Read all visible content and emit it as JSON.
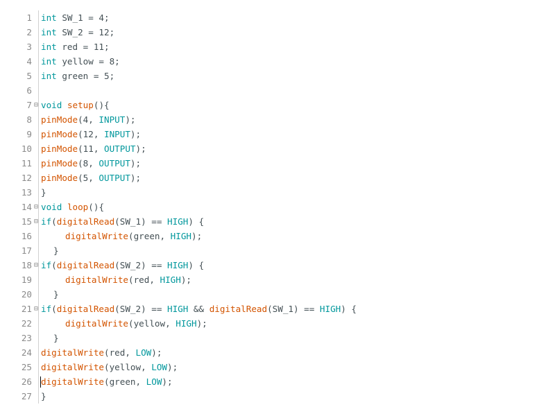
{
  "editor": {
    "lines": [
      {
        "num": "1",
        "fold": "",
        "indent": 0,
        "tokens": [
          [
            "kw",
            "int"
          ],
          [
            "plain",
            " SW_1 = 4;"
          ]
        ]
      },
      {
        "num": "2",
        "fold": "",
        "indent": 0,
        "tokens": [
          [
            "kw",
            "int"
          ],
          [
            "plain",
            " SW_2 = 12;"
          ]
        ]
      },
      {
        "num": "3",
        "fold": "",
        "indent": 0,
        "tokens": [
          [
            "kw",
            "int"
          ],
          [
            "plain",
            " red = 11;"
          ]
        ]
      },
      {
        "num": "4",
        "fold": "",
        "indent": 0,
        "tokens": [
          [
            "kw",
            "int"
          ],
          [
            "plain",
            " yellow = 8;"
          ]
        ]
      },
      {
        "num": "5",
        "fold": "",
        "indent": 0,
        "tokens": [
          [
            "kw",
            "int"
          ],
          [
            "plain",
            " green = 5;"
          ]
        ]
      },
      {
        "num": "6",
        "fold": "",
        "indent": 0,
        "tokens": []
      },
      {
        "num": "7",
        "fold": "⊟",
        "indent": 0,
        "tokens": [
          [
            "kw",
            "void"
          ],
          [
            "plain",
            " "
          ],
          [
            "fn",
            "setup"
          ],
          [
            "plain",
            "(){"
          ]
        ]
      },
      {
        "num": "8",
        "fold": "",
        "indent": 0,
        "tokens": [
          [
            "fn",
            "pinMode"
          ],
          [
            "plain",
            "(4, "
          ],
          [
            "ct",
            "INPUT"
          ],
          [
            "plain",
            ");"
          ]
        ]
      },
      {
        "num": "9",
        "fold": "",
        "indent": 0,
        "tokens": [
          [
            "fn",
            "pinMode"
          ],
          [
            "plain",
            "(12, "
          ],
          [
            "ct",
            "INPUT"
          ],
          [
            "plain",
            ");"
          ]
        ]
      },
      {
        "num": "10",
        "fold": "",
        "indent": 0,
        "tokens": [
          [
            "fn",
            "pinMode"
          ],
          [
            "plain",
            "(11, "
          ],
          [
            "ct",
            "OUTPUT"
          ],
          [
            "plain",
            ");"
          ]
        ]
      },
      {
        "num": "11",
        "fold": "",
        "indent": 0,
        "tokens": [
          [
            "fn",
            "pinMode"
          ],
          [
            "plain",
            "(8, "
          ],
          [
            "ct",
            "OUTPUT"
          ],
          [
            "plain",
            ");"
          ]
        ]
      },
      {
        "num": "12",
        "fold": "",
        "indent": 0,
        "tokens": [
          [
            "fn",
            "pinMode"
          ],
          [
            "plain",
            "(5, "
          ],
          [
            "ct",
            "OUTPUT"
          ],
          [
            "plain",
            ");"
          ]
        ]
      },
      {
        "num": "13",
        "fold": "",
        "indent": 0,
        "tokens": [
          [
            "plain",
            "}"
          ]
        ]
      },
      {
        "num": "14",
        "fold": "⊟",
        "indent": 0,
        "tokens": [
          [
            "kw",
            "void"
          ],
          [
            "plain",
            " "
          ],
          [
            "fn",
            "loop"
          ],
          [
            "plain",
            "(){"
          ]
        ]
      },
      {
        "num": "15",
        "fold": "⊟",
        "indent": 0,
        "tokens": [
          [
            "kw",
            "if"
          ],
          [
            "plain",
            "("
          ],
          [
            "fn",
            "digitalRead"
          ],
          [
            "plain",
            "(SW_1) == "
          ],
          [
            "ct",
            "HIGH"
          ],
          [
            "plain",
            ") {"
          ]
        ]
      },
      {
        "num": "16",
        "fold": "",
        "indent": 2,
        "tokens": [
          [
            "fn",
            "digitalWrite"
          ],
          [
            "plain",
            "(green, "
          ],
          [
            "ct",
            "HIGH"
          ],
          [
            "plain",
            ");"
          ]
        ]
      },
      {
        "num": "17",
        "fold": "",
        "indent": 1,
        "tokens": [
          [
            "plain",
            "}"
          ]
        ]
      },
      {
        "num": "18",
        "fold": "⊟",
        "indent": 0,
        "tokens": [
          [
            "kw",
            "if"
          ],
          [
            "plain",
            "("
          ],
          [
            "fn",
            "digitalRead"
          ],
          [
            "plain",
            "(SW_2) == "
          ],
          [
            "ct",
            "HIGH"
          ],
          [
            "plain",
            ") {"
          ]
        ]
      },
      {
        "num": "19",
        "fold": "",
        "indent": 2,
        "tokens": [
          [
            "fn",
            "digitalWrite"
          ],
          [
            "plain",
            "(red, "
          ],
          [
            "ct",
            "HIGH"
          ],
          [
            "plain",
            ");"
          ]
        ]
      },
      {
        "num": "20",
        "fold": "",
        "indent": 1,
        "tokens": [
          [
            "plain",
            "}"
          ]
        ]
      },
      {
        "num": "21",
        "fold": "⊟",
        "indent": 0,
        "tokens": [
          [
            "kw",
            "if"
          ],
          [
            "plain",
            "("
          ],
          [
            "fn",
            "digitalRead"
          ],
          [
            "plain",
            "(SW_2) == "
          ],
          [
            "ct",
            "HIGH"
          ],
          [
            "plain",
            " && "
          ],
          [
            "fn",
            "digitalRead"
          ],
          [
            "plain",
            "(SW_1) == "
          ],
          [
            "ct",
            "HIGH"
          ],
          [
            "plain",
            ") {"
          ]
        ]
      },
      {
        "num": "22",
        "fold": "",
        "indent": 2,
        "tokens": [
          [
            "fn",
            "digitalWrite"
          ],
          [
            "plain",
            "(yellow, "
          ],
          [
            "ct",
            "HIGH"
          ],
          [
            "plain",
            ");"
          ]
        ]
      },
      {
        "num": "23",
        "fold": "",
        "indent": 1,
        "tokens": [
          [
            "plain",
            "}"
          ]
        ]
      },
      {
        "num": "24",
        "fold": "",
        "indent": 0,
        "tokens": [
          [
            "fn",
            "digitalWrite"
          ],
          [
            "plain",
            "(red, "
          ],
          [
            "ct",
            "LOW"
          ],
          [
            "plain",
            ");"
          ]
        ]
      },
      {
        "num": "25",
        "fold": "",
        "indent": 0,
        "tokens": [
          [
            "fn",
            "digitalWrite"
          ],
          [
            "plain",
            "(yellow, "
          ],
          [
            "ct",
            "LOW"
          ],
          [
            "plain",
            ");"
          ]
        ]
      },
      {
        "num": "26",
        "fold": "",
        "indent": 0,
        "cursor": true,
        "tokens": [
          [
            "fn",
            "digitalWrite"
          ],
          [
            "plain",
            "(green, "
          ],
          [
            "ct",
            "LOW"
          ],
          [
            "plain",
            ");"
          ]
        ]
      },
      {
        "num": "27",
        "fold": "",
        "indent": 0,
        "tokens": [
          [
            "plain",
            "}"
          ]
        ]
      }
    ]
  },
  "colors": {
    "keyword": "#00979c",
    "function": "#d35400",
    "constant": "#00979c",
    "text": "#434f54",
    "line_number": "#8a8a8a"
  }
}
